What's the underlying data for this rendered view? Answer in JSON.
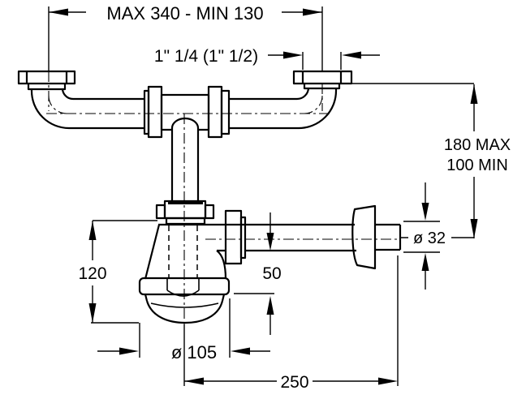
{
  "dims": {
    "top_span": "MAX 340 - MIN 130",
    "inlet_size": "1\" 1/4 (1\" 1/2)",
    "height_max": "180 MAX",
    "height_min": "100 MIN",
    "outlet_diameter": "ø 32",
    "body_height": "120",
    "outlet_offset": "50",
    "cup_diameter": "ø 105",
    "outlet_length": "250"
  },
  "colors": {
    "line": "#000000",
    "background": "#ffffff"
  }
}
